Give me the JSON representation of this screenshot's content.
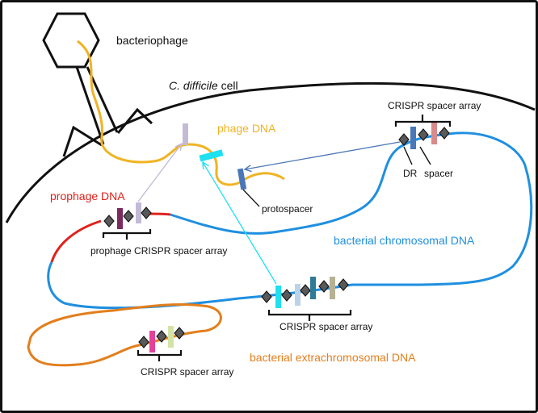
{
  "labels": {
    "bacteriophage": "bacteriophage",
    "cell_species": "C. difficile",
    "cell_word": " cell",
    "phage_dna": "phage DNA",
    "prophage_dna": "prophage DNA",
    "protospacer": "protospacer",
    "crispr_top": "CRISPR spacer array",
    "dr": "DR",
    "spacer": "spacer",
    "prophage_crispr": "prophage CRISPR spacer array",
    "chromosomal_dna": "bacterial chromosomal DNA",
    "crispr_main": "CRISPR spacer array",
    "extrachromosomal_dna": "bacterial extrachromosomal DNA",
    "crispr_plasmid": "CRISPR spacer array"
  },
  "colors": {
    "phage_dna": "#f0b323",
    "prophage_dna": "#e0211c",
    "chromosomal_dna": "#1f8fe0",
    "extrachromosomal_dna": "#e37e1c",
    "repeat_fill": "#595959",
    "spacer_cyan": "#1ee0f0",
    "spacer_blue": "#4a77b8",
    "spacer_pink": "#d98a8a",
    "spacer_lilac": "#c4bad6",
    "spacer_purple": "#7a2a5e",
    "spacer_lightblue": "#bcd2ea",
    "spacer_teal": "#2f7a96",
    "spacer_khaki": "#b7b194",
    "spacer_magenta": "#e5409a",
    "spacer_palegreen": "#d3e3a6"
  }
}
